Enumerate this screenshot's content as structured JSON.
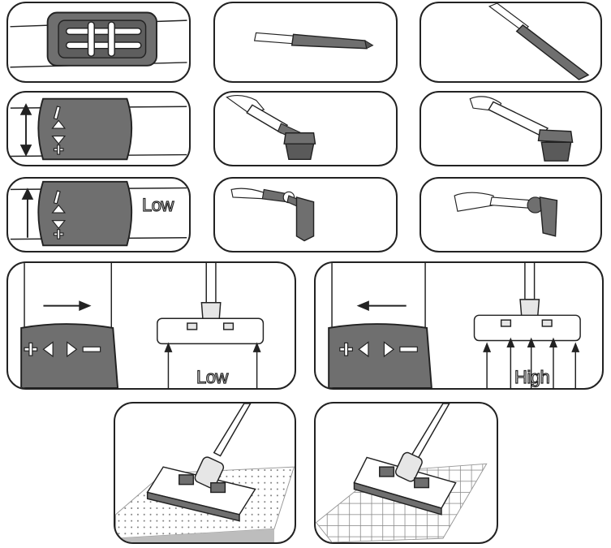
{
  "labels": {
    "low_handle": "Low",
    "low_nozzle": "Low",
    "high_nozzle": "High"
  },
  "colors": {
    "outline": "#222222",
    "grey": "#6f6f6f",
    "light_grey": "#bdbdbd"
  }
}
